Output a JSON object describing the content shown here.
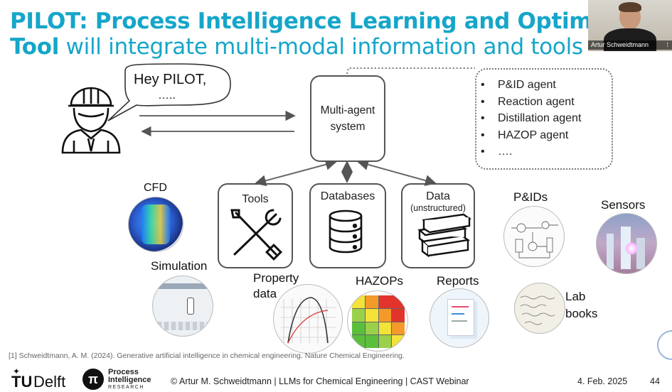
{
  "title": {
    "line1_bold": "PILOT: Process Intelligence Learning and Optimiz",
    "line2_bold": "Tool",
    "line2_rest": " will integrate multi-modal information and tools"
  },
  "video": {
    "name": "Artur Schweidtmann"
  },
  "speech": {
    "line1": "Hey PILOT,",
    "line2": "….."
  },
  "mas": {
    "line1": "Multi-agent",
    "line2": "system"
  },
  "agents": [
    "P&ID agent",
    "Reaction agent",
    "Distillation agent",
    "HAZOP agent",
    "…."
  ],
  "boxes": {
    "tools": "Tools",
    "databases": "Databases",
    "data": "Data",
    "data_sub": "(unstructured)"
  },
  "labels": {
    "cfd": "CFD",
    "simulation": "Simulation",
    "property1": "Property",
    "property2": "data",
    "hazops": "HAZOPs",
    "reports": "Reports",
    "pids": "P&IDs",
    "sensors": "Sensors",
    "lab1": "Lab",
    "lab2": "books"
  },
  "reference": "[1] Schweidtmann, A. M. (2024). Generative artificial intelligence in chemical engineering. Nature Chemical Engineering.",
  "footer": {
    "tu": "TU",
    "delft": "Delft",
    "pi1": "Process",
    "pi2": "Intelligence",
    "pi3": "RESEARCH",
    "credit": "© Artur M. Schweidtmann | LLMs for Chemical Engineering | CAST Webinar",
    "date": "4. Feb. 2025",
    "page": "44"
  },
  "colors": {
    "title": "#15a6c9",
    "box_border": "#555555",
    "arrow": "#555555"
  }
}
